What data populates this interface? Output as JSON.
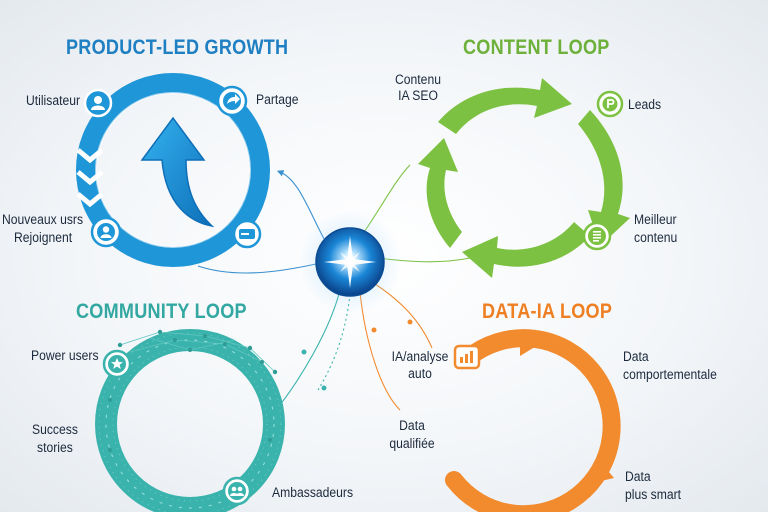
{
  "colors": {
    "blue": "#1e96d8",
    "green": "#7dc142",
    "teal": "#3ab3ad",
    "orange": "#f28a2e",
    "text": "#1c2a3d"
  },
  "loops": {
    "plg": {
      "title": "PRODUCT-LED GROWTH",
      "labels": {
        "user": "Utilisateur",
        "share": "Partage",
        "new_users_1": "Nouveaux usrs",
        "new_users_2": "Rejoignent"
      },
      "icons": [
        "user-icon",
        "share-arrow-icon",
        "user-icon",
        "card-icon",
        "big-up-arrow-icon"
      ]
    },
    "content": {
      "title": "CONTENT LOOP",
      "labels": {
        "seo_1": "Contenu",
        "seo_2": "IA SEO",
        "leads": "Leads",
        "better_1": "Meilleur",
        "better_2": "contenu"
      },
      "icons": [
        "leads-icon",
        "document-icon"
      ]
    },
    "community": {
      "title": "COMMUNITY LOOP",
      "labels": {
        "power": "Power users",
        "success_1": "Success",
        "success_2": "stories",
        "ambassadors": "Ambassadeurs"
      },
      "icons": [
        "star-icon",
        "group-icon"
      ]
    },
    "data": {
      "title": "DATA-IA LOOP",
      "labels": {
        "analysis_1": "IA/analyse",
        "analysis_2": "auto",
        "behavior_1": "Data",
        "behavior_2": "comportementale",
        "qualified_1": "Data",
        "qualified_2": "qualifiée",
        "smart_1": "Data",
        "smart_2": "plus smart"
      },
      "icons": [
        "bar-chart-icon"
      ]
    }
  }
}
